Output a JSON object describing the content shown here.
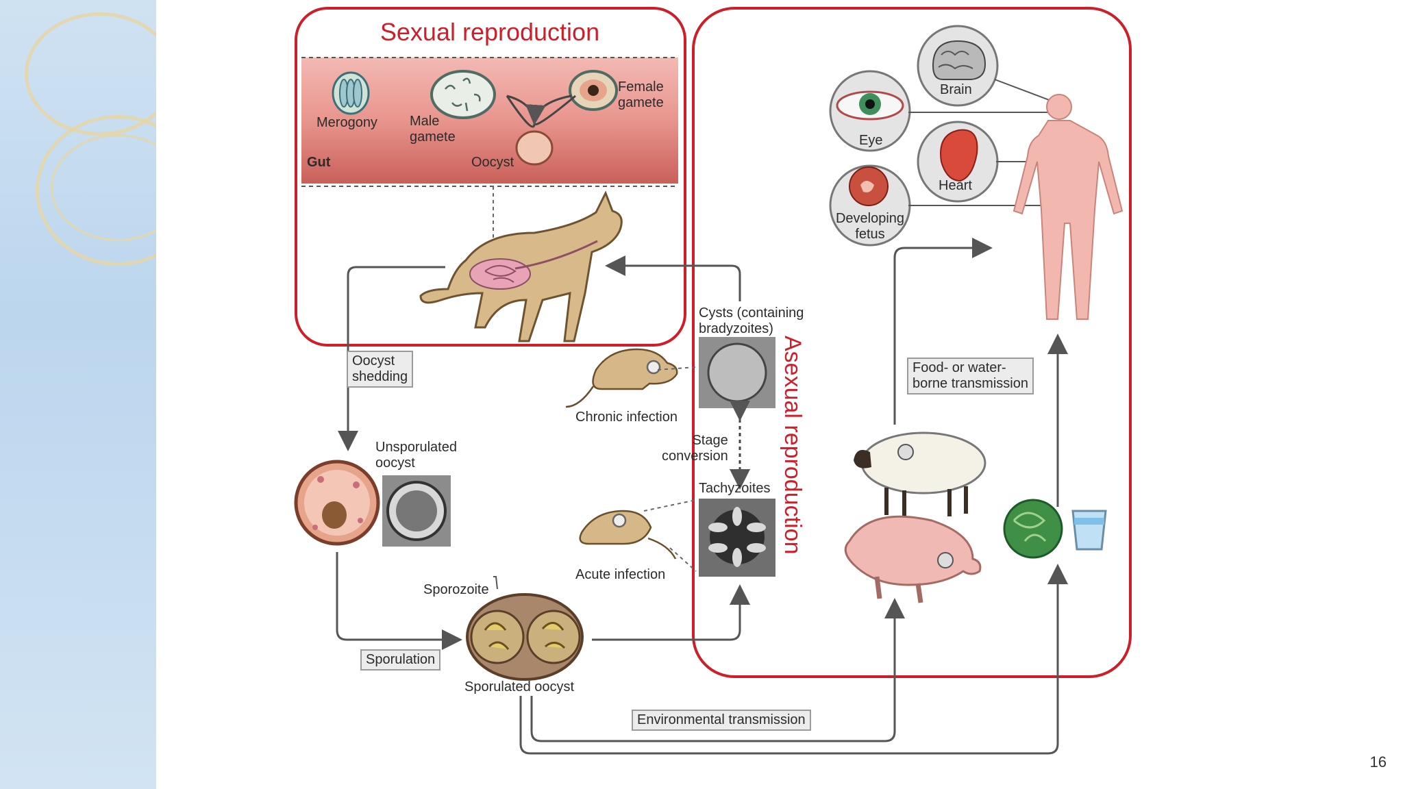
{
  "sexual_reproduction": {
    "title": "Sexual reproduction",
    "merogony": "Merogony",
    "male_gamete": "Male\ngamete",
    "female_gamete": "Female\ngamete",
    "oocyst": "Oocyst",
    "gut": "Gut"
  },
  "asexual_reproduction": {
    "title": "Asexual reproduction",
    "cysts": "Cysts (containing\nbradyzoites)",
    "stage_conversion": "Stage\nconversion",
    "tachyzoites": "Tachyzoites",
    "chronic_infection": "Chronic infection",
    "acute_infection": "Acute infection"
  },
  "organs": {
    "brain": "Brain",
    "eye": "Eye",
    "heart": "Heart",
    "fetus": "Developing\nfetus"
  },
  "environment": {
    "oocyst_shedding": "Oocyst\nshedding",
    "unsporulated_oocyst": "Unsporulated\noocyst",
    "sporozoite": "Sporozoite",
    "sporulation": "Sporulation",
    "sporulated_oocyst": "Sporulated oocyst",
    "environmental_transmission": "Environmental transmission",
    "food_water": "Food- or water-\nborne transmission"
  },
  "page_number": "16",
  "colors": {
    "accent_red": "#cc1f2a",
    "arrow_gray": "#555555",
    "sidebar_blue": "#c6dcf0"
  }
}
